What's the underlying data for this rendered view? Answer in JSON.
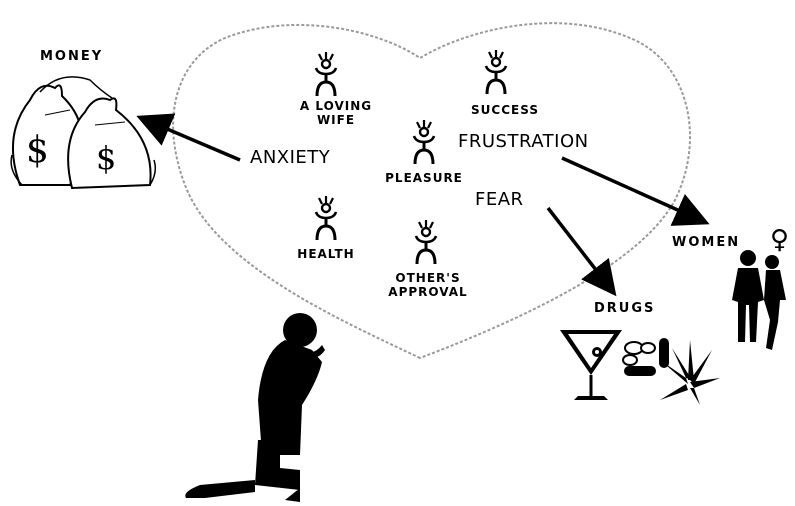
{
  "idols": {
    "loving_wife": "A LOVING\nWIFE",
    "success": "SUCCESS",
    "pleasure": "PLEASURE",
    "health": "HEALTH",
    "others_approval": "OTHER'S\nAPPROVAL"
  },
  "emotions": {
    "anxiety": "ANXIETY",
    "frustration": "FRUSTRATION",
    "fear": "FEAR"
  },
  "outcomes": {
    "money": "MONEY",
    "women": "WOMEN",
    "drugs": "DRUGS"
  },
  "icons": {
    "money_bag_symbol": "$",
    "female_symbol": "♀"
  },
  "colors": {
    "ink": "#000000",
    "background": "#ffffff",
    "heart_outline": "#9a9a9a"
  }
}
